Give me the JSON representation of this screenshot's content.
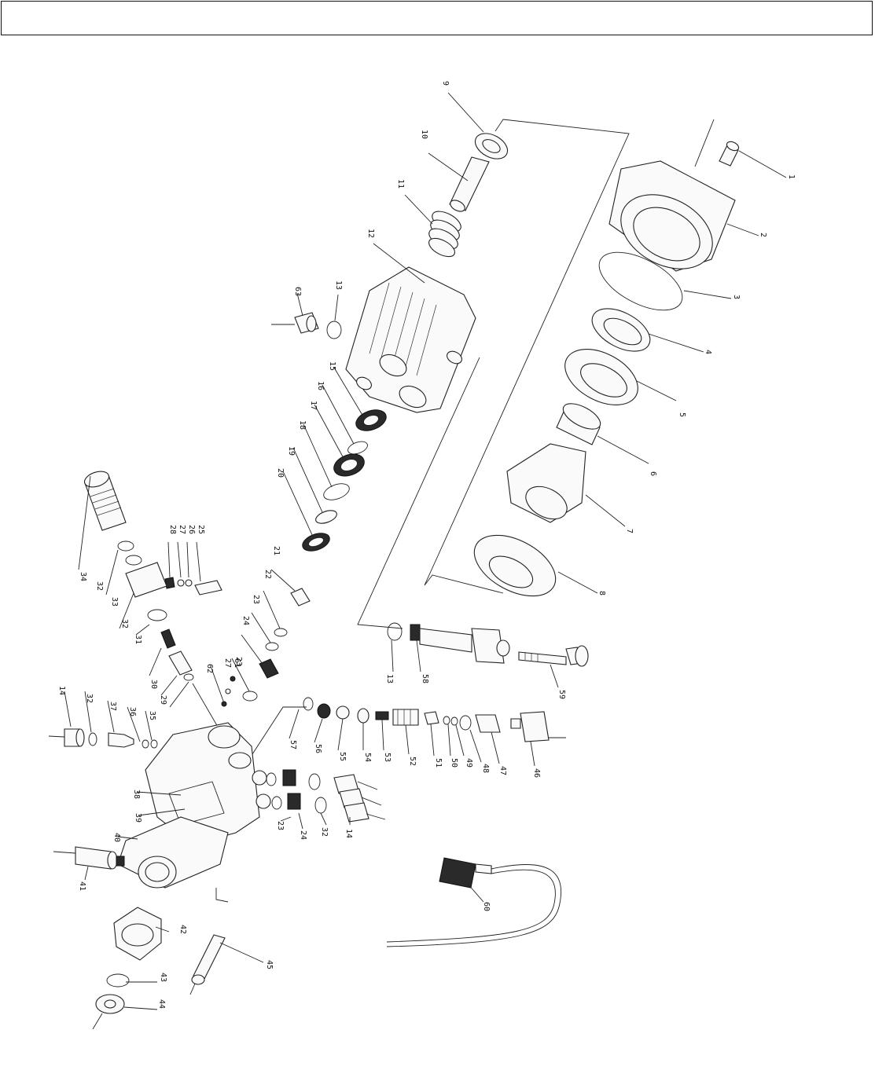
{
  "header": {
    "text": ""
  },
  "parts": [
    {
      "n": "1"
    },
    {
      "n": "2"
    },
    {
      "n": "3"
    },
    {
      "n": "4"
    },
    {
      "n": "5"
    },
    {
      "n": "6"
    },
    {
      "n": "7"
    },
    {
      "n": "8"
    },
    {
      "n": "9"
    },
    {
      "n": "10"
    },
    {
      "n": "11"
    },
    {
      "n": "12"
    },
    {
      "n": "13"
    },
    {
      "n": "13"
    },
    {
      "n": "14"
    },
    {
      "n": "14"
    },
    {
      "n": "15"
    },
    {
      "n": "16"
    },
    {
      "n": "17"
    },
    {
      "n": "18"
    },
    {
      "n": "19"
    },
    {
      "n": "20"
    },
    {
      "n": "21"
    },
    {
      "n": "22"
    },
    {
      "n": "23"
    },
    {
      "n": "23"
    },
    {
      "n": "23"
    },
    {
      "n": "24"
    },
    {
      "n": "24"
    },
    {
      "n": "25"
    },
    {
      "n": "26"
    },
    {
      "n": "27"
    },
    {
      "n": "27"
    },
    {
      "n": "28"
    },
    {
      "n": "29"
    },
    {
      "n": "30"
    },
    {
      "n": "31"
    },
    {
      "n": "32"
    },
    {
      "n": "32"
    },
    {
      "n": "32"
    },
    {
      "n": "32"
    },
    {
      "n": "33"
    },
    {
      "n": "34"
    },
    {
      "n": "35"
    },
    {
      "n": "36"
    },
    {
      "n": "37"
    },
    {
      "n": "38"
    },
    {
      "n": "39"
    },
    {
      "n": "40"
    },
    {
      "n": "41"
    },
    {
      "n": "42"
    },
    {
      "n": "43"
    },
    {
      "n": "44"
    },
    {
      "n": "45"
    },
    {
      "n": "46"
    },
    {
      "n": "47"
    },
    {
      "n": "48"
    },
    {
      "n": "49"
    },
    {
      "n": "50"
    },
    {
      "n": "51"
    },
    {
      "n": "52"
    },
    {
      "n": "53"
    },
    {
      "n": "54"
    },
    {
      "n": "55"
    },
    {
      "n": "56"
    },
    {
      "n": "57"
    },
    {
      "n": "58"
    },
    {
      "n": "59"
    },
    {
      "n": "60"
    },
    {
      "n": "61"
    },
    {
      "n": "62"
    },
    {
      "n": "63"
    }
  ]
}
